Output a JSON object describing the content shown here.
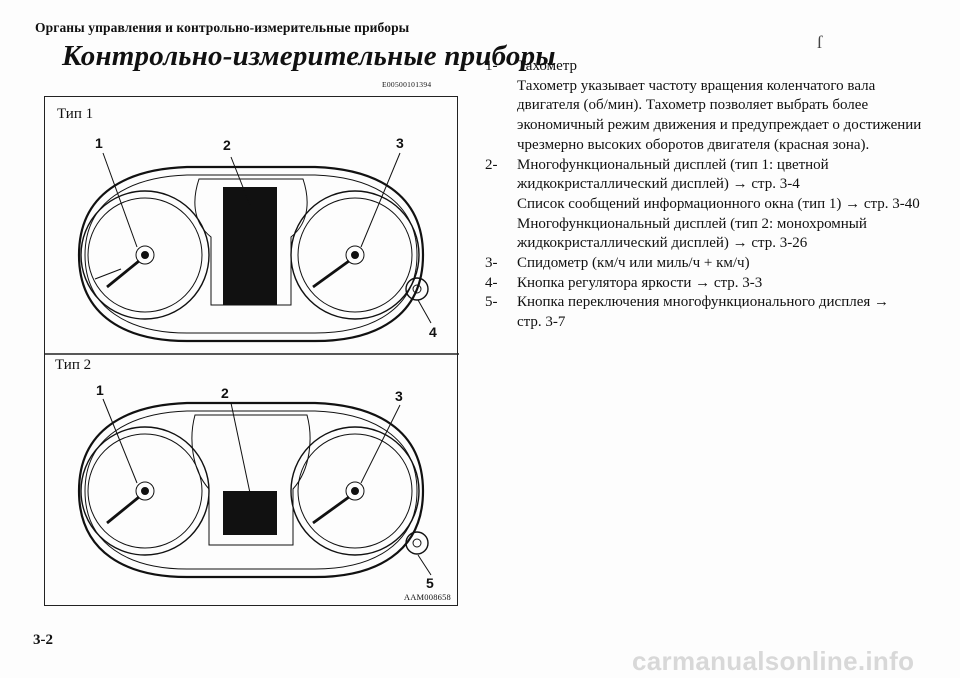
{
  "header": {
    "running_title": "Органы управления и контрольно-измерительные приборы"
  },
  "page": {
    "title": "Контрольно-измерительные приборы",
    "doc_id": "E00500101394",
    "page_number": "3-2",
    "margin_mark": "ſ"
  },
  "figure": {
    "type1_label": "Тип 1",
    "type2_label": "Тип 2",
    "type1_callouts": [
      "1",
      "2",
      "3",
      "4"
    ],
    "type2_callouts": [
      "1",
      "2",
      "3",
      "5"
    ],
    "figure_code": "AAM008658"
  },
  "items": [
    {
      "num": "1-",
      "lines": [
        "Тахометр",
        "Тахометр указывает частоту вращения коленчатого вала",
        "двигателя (об/мин). Тахометр позволяет выбрать более",
        "экономичный режим движения и предупреждает о достижении",
        "чрезмерно высоких оборотов двигателя (красная зона)."
      ]
    },
    {
      "num": "2-",
      "lines": [
        "Многофункциональный дисплей (тип 1: цветной",
        "жидкокристаллический дисплей) → стр. 3-4",
        "Список сообщений информационного окна (тип 1) → стр. 3-40",
        "Многофункциональный дисплей (тип 2: монохромный",
        "жидкокристаллический дисплей) → стр. 3-26"
      ]
    },
    {
      "num": "3-",
      "lines": [
        "Спидометр (км/ч или миль/ч + км/ч)"
      ]
    },
    {
      "num": "4-",
      "lines": [
        "Кнопка регулятора яркости → стр. 3-3"
      ]
    },
    {
      "num": "5-",
      "lines": [
        "Кнопка переключения многофункционального дисплея →",
        "стр. 3-7"
      ]
    }
  ],
  "watermark": "carmanualsonline.info"
}
